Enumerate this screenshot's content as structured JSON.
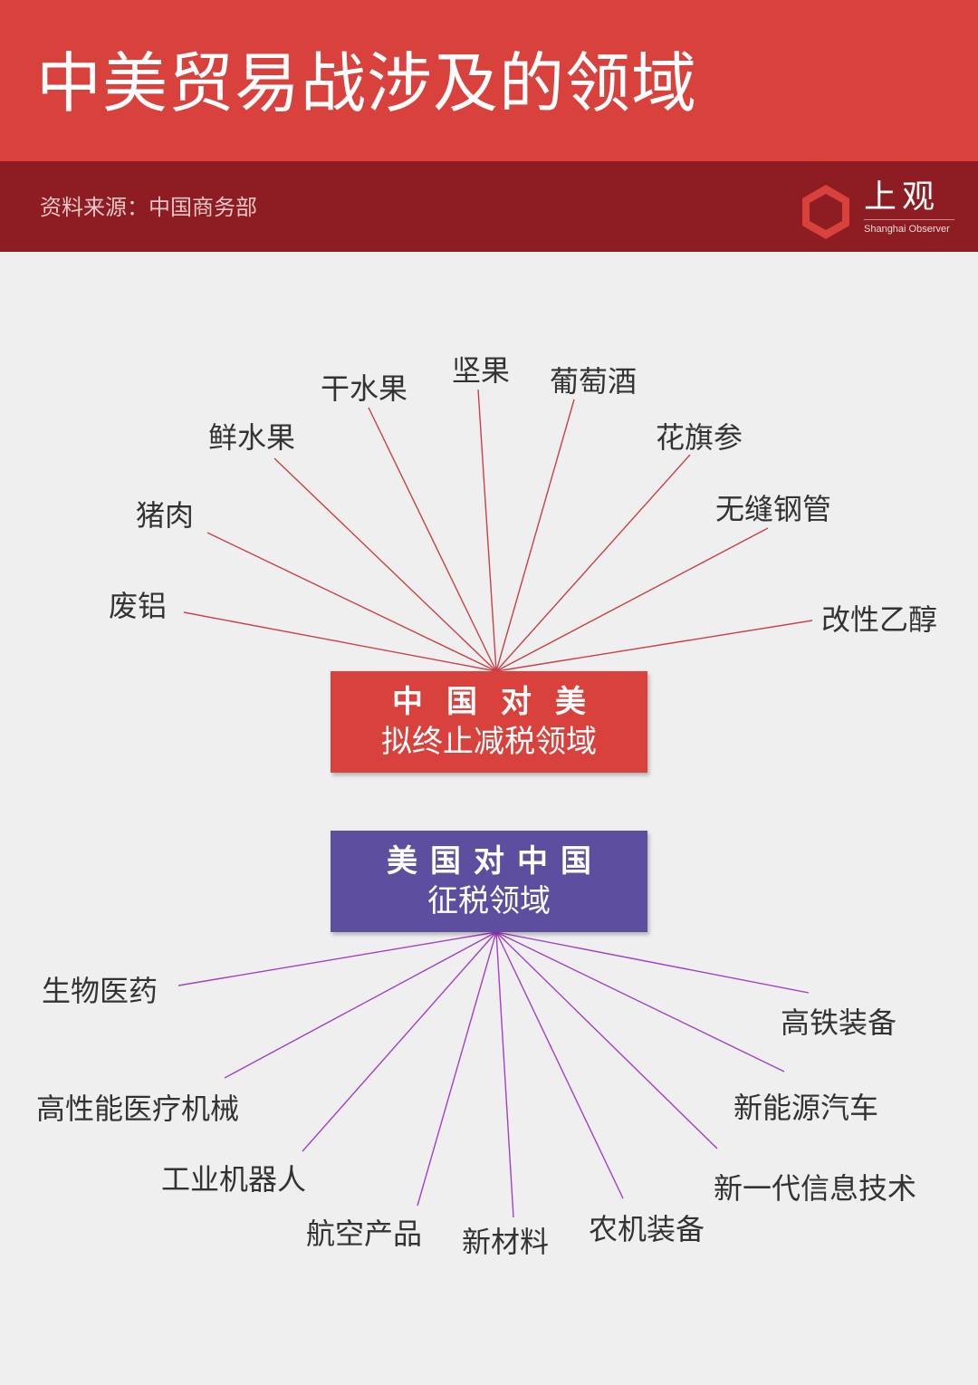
{
  "header": {
    "title": "中美贸易战涉及的领域",
    "source": "资料来源：中国商务部"
  },
  "logo": {
    "name_cn": "上观",
    "name_en": "Shanghai Observer",
    "color": "#d9413d"
  },
  "colors": {
    "header_red": "#d9413d",
    "subbar_dark_red": "#8d1c23",
    "china_box": "#d9413d",
    "us_box": "#5e4ea0",
    "china_lines": "#c8414a",
    "us_lines": "#a43fc8",
    "background": "#efefef"
  },
  "china_box": {
    "line1": "中国对美",
    "line2": "拟终止减税领域"
  },
  "us_box": {
    "line1": "美国对中国",
    "line2": "征税领域"
  },
  "china_items": [
    "废铝",
    "猪肉",
    "鲜水果",
    "干水果",
    "坚果",
    "葡萄酒",
    "花旗参",
    "无缝钢管",
    "改性乙醇"
  ],
  "us_items": [
    "生物医药",
    "高性能医疗机械",
    "工业机器人",
    "航空产品",
    "新材料",
    "农机装备",
    "新一代信息技术",
    "新能源汽车",
    "高铁装备"
  ]
}
